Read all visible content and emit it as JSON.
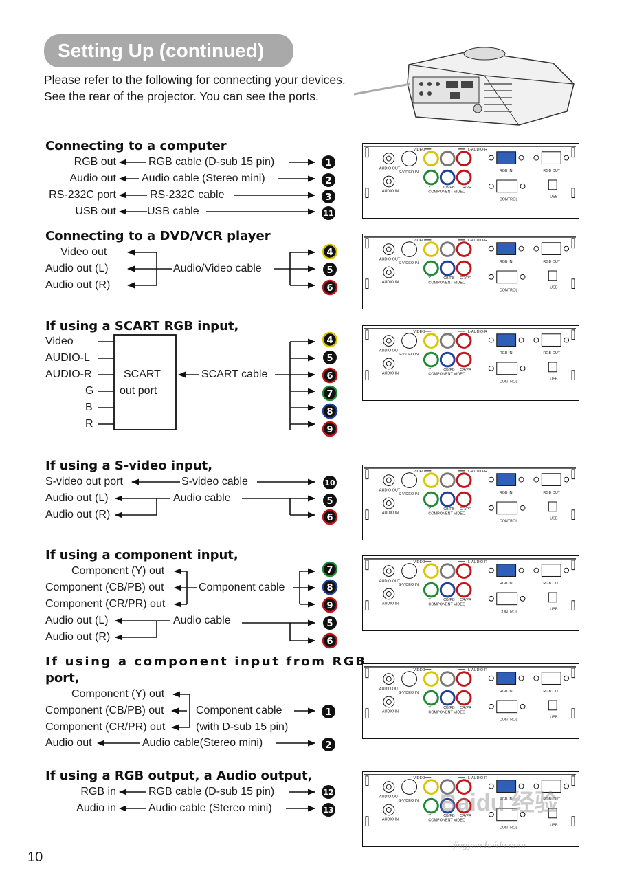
{
  "header": {
    "title": "Setting Up (continued)"
  },
  "intro": {
    "line1": "Please refer to the following for connecting your devices.",
    "line2": "See the rear of the projector. You can see the ports."
  },
  "page_number": "10",
  "sections": {
    "computer": {
      "title": "Connecting to a computer",
      "rows": [
        {
          "left": "RGB out",
          "cable": "RGB cable (D-sub 15 pin)",
          "num": "1"
        },
        {
          "left": "Audio out",
          "cable": "Audio cable (Stereo mini)",
          "num": "2"
        },
        {
          "left": "RS-232C port",
          "cable": "RS-232C cable",
          "num": "3"
        },
        {
          "left": "USB out",
          "cable": "USB cable",
          "num": "11"
        }
      ]
    },
    "dvd": {
      "title": "Connecting to a DVD/VCR player",
      "left": [
        "Video out",
        "Audio out (L)",
        "Audio out (R)"
      ],
      "cable": "Audio/Video cable",
      "nums": [
        "4",
        "5",
        "6"
      ]
    },
    "scart": {
      "title": "If using a SCART RGB input,",
      "left": [
        "Video",
        "AUDIO-L",
        "AUDIO-R",
        "G",
        "B",
        "R"
      ],
      "box1": "SCART",
      "box2": "out port",
      "cable": "SCART cable",
      "nums": [
        "4",
        "5",
        "6",
        "7",
        "8",
        "9"
      ]
    },
    "svideo": {
      "title": "If using a S-video input,",
      "left": [
        "S-video out port",
        "Audio out (L)",
        "Audio out (R)"
      ],
      "cable1": "S-video cable",
      "cable2": "Audio cable",
      "nums": [
        "10",
        "5",
        "6"
      ]
    },
    "component": {
      "title": "If using a component input,",
      "left": [
        "Component (Y) out",
        "Component (CB/PB) out",
        "Component (CR/PR) out",
        "Audio out (L)",
        "Audio out (R)"
      ],
      "cable1": "Component cable",
      "cable2": "Audio cable",
      "nums": [
        "7",
        "8",
        "9",
        "5",
        "6"
      ]
    },
    "comp_rgb": {
      "title_line1": "If using a component input from RGB",
      "title_line2": "port,",
      "left": [
        "Component (Y) out",
        "Component (CB/PB) out",
        "Component (CR/PR) out",
        "Audio out"
      ],
      "cable1a": "Component cable",
      "cable1b": "(with D-sub 15 pin)",
      "cable2": "Audio cable(Stereo mini)",
      "nums": [
        "1",
        "2"
      ]
    },
    "rgb_out": {
      "title": "If using a RGB output, a Audio output,",
      "rows": [
        {
          "left": "RGB in",
          "cable": "RGB cable (D-sub 15 pin)",
          "num": "12"
        },
        {
          "left": "Audio in",
          "cable": "Audio cable (Stereo mini)",
          "num": "13"
        }
      ]
    }
  },
  "panel_labels": {
    "audio_out": "AUDIO OUT",
    "audio_in": "AUDIO IN",
    "svideo_in": "S-VIDEO IN",
    "video": "VIDEO",
    "l_audio_r": "L-AUDIO-R",
    "y": "Y",
    "cb": "CB/PB",
    "cr": "CR/PR",
    "component_video": "COMPONENT VIDEO",
    "rgb_in": "RGB IN",
    "rgb_out": "RGB OUT",
    "control": "CONTROL",
    "usb": "USB"
  },
  "watermark": {
    "brand": "Baidu 经验",
    "url": "jingyan.baidu.com"
  },
  "colors": {
    "yellow": "#d9c400",
    "white": "#ffffff",
    "red": "#c0151b",
    "green": "#1f8a34",
    "blue": "#1f3f9a",
    "port_blue": "#2f5fb8",
    "pill": "#a9a9a9"
  }
}
